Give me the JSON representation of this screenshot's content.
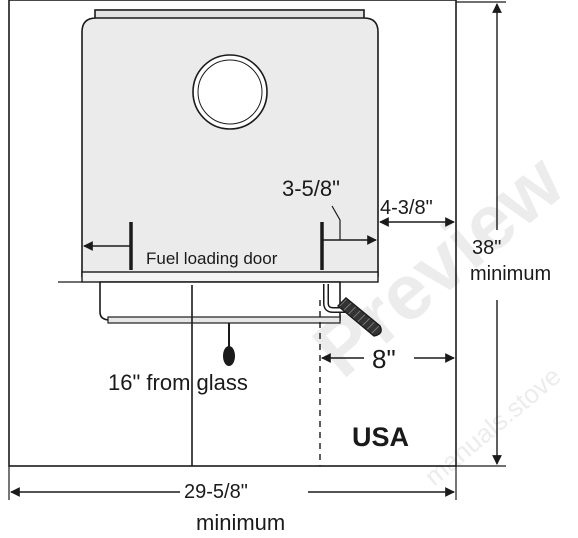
{
  "labels": {
    "side_clear": "3-5/8\"",
    "rear_clear": "4-3/8\"",
    "depth": "38\"",
    "depth_min": "minimum",
    "door": "Fuel loading door",
    "corner": "8\"",
    "front": "16\" from glass",
    "region": "USA",
    "width": "29-5/8\"",
    "width_min": "minimum"
  },
  "watermark": {
    "big": "Preview",
    "small": "manuals.stove",
    "color": "#ececec"
  },
  "colors": {
    "line": "#1a1a1a",
    "stove_fill": "#ebebeb",
    "hearth_fill": "#ffffff"
  }
}
